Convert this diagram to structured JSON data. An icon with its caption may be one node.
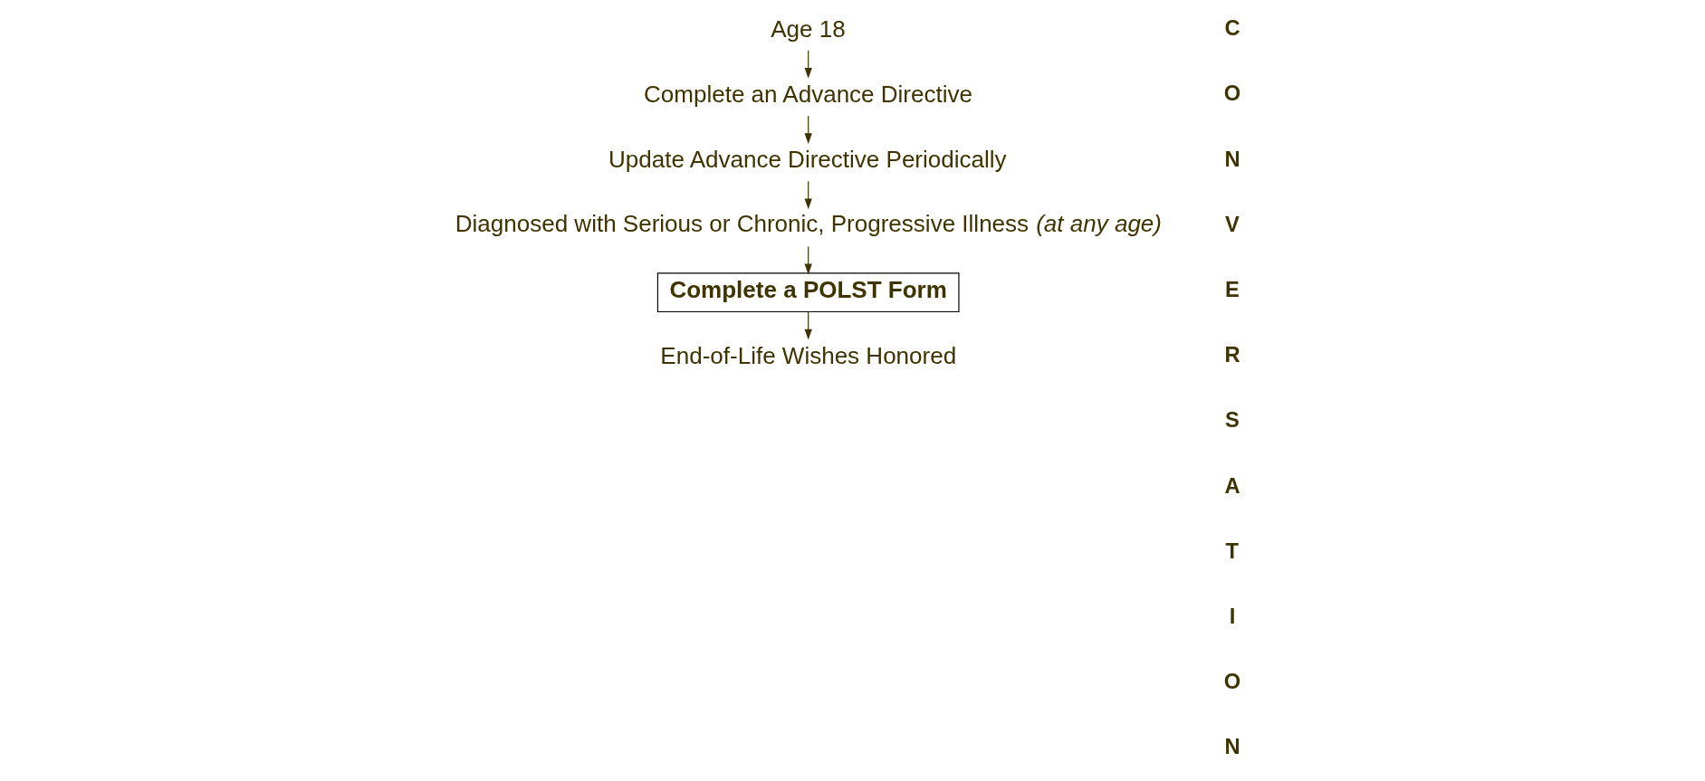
{
  "diagram": {
    "nodes": [
      {
        "text": [
          "Age 18"
        ]
      },
      {
        "text": [
          "Complete an Advance Directive"
        ]
      },
      {
        "text": [
          "Update Advance Directive Periodically"
        ]
      },
      {
        "text": [
          "Diagnosed with Serious or Chronic, Progressive Illness *(at any age)*"
        ]
      },
      {
        "text": [
          "Complete a POLST Form"
        ]
      },
      {
        "text": [
          "End-of-Life Wishes Honored"
        ]
      }
    ],
    "edges": [
      {
        "from": 0,
        "to": 1,
        "arrow": "to"
      },
      {
        "from": 1,
        "to": 2,
        "arrow": "to"
      },
      {
        "from": 2,
        "to": 3,
        "arrow": "to"
      },
      {
        "from": 3,
        "to": 4,
        "arrow": "to"
      },
      {
        "from": 4,
        "to": 5,
        "arrow": "to"
      }
    ],
    "labels": [
      "C",
      "O",
      "N",
      "V",
      "E",
      "R",
      "S",
      "A",
      "T",
      "I",
      "O",
      "N"
    ]
  }
}
